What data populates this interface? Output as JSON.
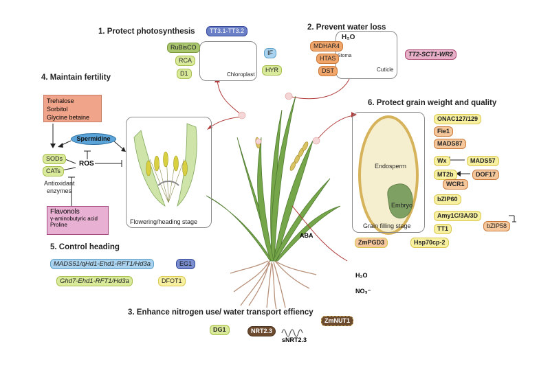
{
  "sections": {
    "s1": "1. Protect photosynthesis",
    "s2": "2. Prevent water loss",
    "s3": "3. Enhance nitrogen use/ water transport effiency",
    "s4": "4. Maintain fertility",
    "s5": "5. Control heading",
    "s6": "6. Protect grain weight and quality"
  },
  "photosynthesis": {
    "tt31": "TT3.1-TT3.2",
    "rubisco": "RuBisCO",
    "rca": "RCA",
    "d1": "D1",
    "if": "IF",
    "hyr": "HYR",
    "chloroplast": "Chloroplast"
  },
  "water_loss": {
    "mdhar4": "MDHAR4",
    "htas": "HTAS",
    "dst": "DST",
    "tt2": "TT2-SCT1-WR2",
    "h2o": "H₂O",
    "stoma": "Stoma",
    "cuticle": "Cuticle"
  },
  "fertility": {
    "trehalose": "Trehalose",
    "sorbitol": "Sorbitol",
    "glycine": "Glycine betaine",
    "spermidine": "Spermidine",
    "sods": "SODs",
    "cats": "CATs",
    "ros": "ROS",
    "antioxidant1": "Antioxidant",
    "antioxidant2": "enzymes",
    "flavonols": "Flavonols",
    "gaba": "γ-aminobutyric acid",
    "proline": "Proline",
    "stage": "Flowering/heading stage"
  },
  "heading": {
    "mads51": "MADS51/qHd1-Ehd1-RFT1/Hd3a",
    "eg1": "EG1",
    "ghd7": "Ghd7-Ehd1-RFT1/Hd3a",
    "dfot1": "DFOT1"
  },
  "grain": {
    "onac": "ONAC127/129",
    "fie1": "Fie1",
    "mads87": "MADS87",
    "wx": "Wx",
    "mads57": "MADS57",
    "mt2b": "MT2b",
    "dof17": "DOF17",
    "wcr1": "WCR1",
    "bzip60": "bZIP60",
    "amy": "Amy1C/3A/3D",
    "bzip58": "bZIP58",
    "tt1": "TT1",
    "hsp": "Hsp70cp-2",
    "zmpgd3": "ZmPGD3",
    "endosperm": "Endosperm",
    "embryo": "Embryo",
    "stage": "Grain filling stage"
  },
  "nitrogen": {
    "dg1": "DG1",
    "nrt23": "NRT2.3",
    "snrt23": "sNRT2.3",
    "zmnut1": "ZmNUT1",
    "h2o": "H₂O",
    "no3": "NO₃⁻"
  },
  "plant": {
    "aba": "ABA"
  }
}
